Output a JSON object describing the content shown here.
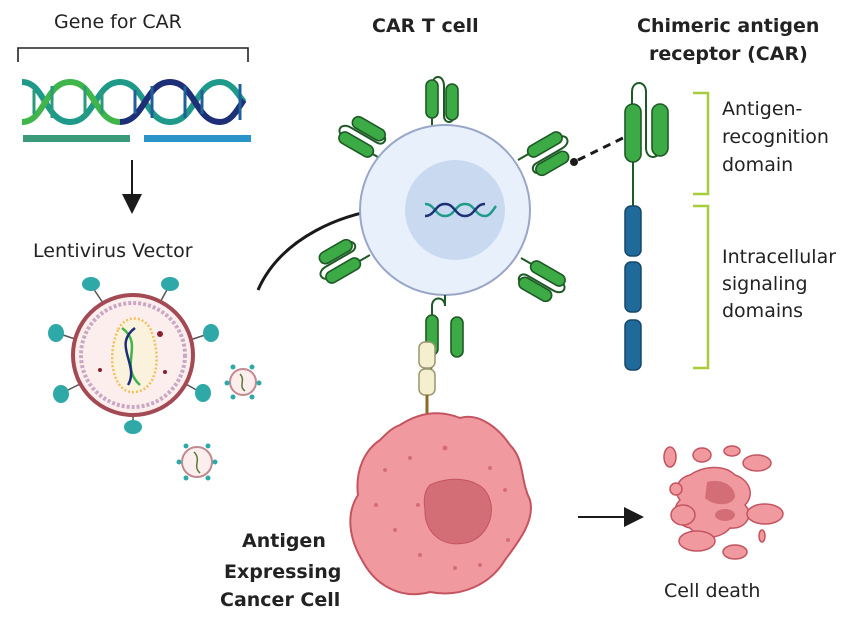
{
  "labels": {
    "gene_for_car": "Gene for CAR",
    "lentivirus_vector": "Lentivirus Vector",
    "car_t_cell": "CAR T cell",
    "car_title_line1": "Chimeric antigen",
    "car_title_line2": "receptor (CAR)",
    "antigen_recognition_line1": "Antigen-",
    "antigen_recognition_line2": "recognition",
    "antigen_recognition_line3": "domain",
    "intracellular_line1": "Intracellular",
    "intracellular_line2": "signaling",
    "intracellular_line3": "domains",
    "cancer_line1": "Antigen",
    "cancer_line2": "Expressing",
    "cancer_line3": "Cancer Cell",
    "cell_death": "Cell death"
  },
  "colors": {
    "car_green": "#3cab46",
    "car_green_outline": "#1e5a25",
    "signaling_blue": "#1f6a9a",
    "bracket_lime": "#a8cc3a",
    "dna_green": "#3fb54a",
    "dna_teal": "#1f9a8a",
    "dna_navy": "#1d2f77",
    "bar_green": "#3a9a7a",
    "bar_blue": "#2a93c8",
    "tcell_fill": "#e8f1fb",
    "tcell_nucleus": "#c9daf0",
    "tcell_outline": "#9aa6c8",
    "cancer_fill": "#f09aa0",
    "cancer_nucleus": "#d46e76",
    "cancer_outline": "#c45460",
    "virus_outline": "#a34a55",
    "virus_spike": "#2fa8a8",
    "antigen_fill": "#f4efcf",
    "arrow": "#1a1a1a"
  }
}
